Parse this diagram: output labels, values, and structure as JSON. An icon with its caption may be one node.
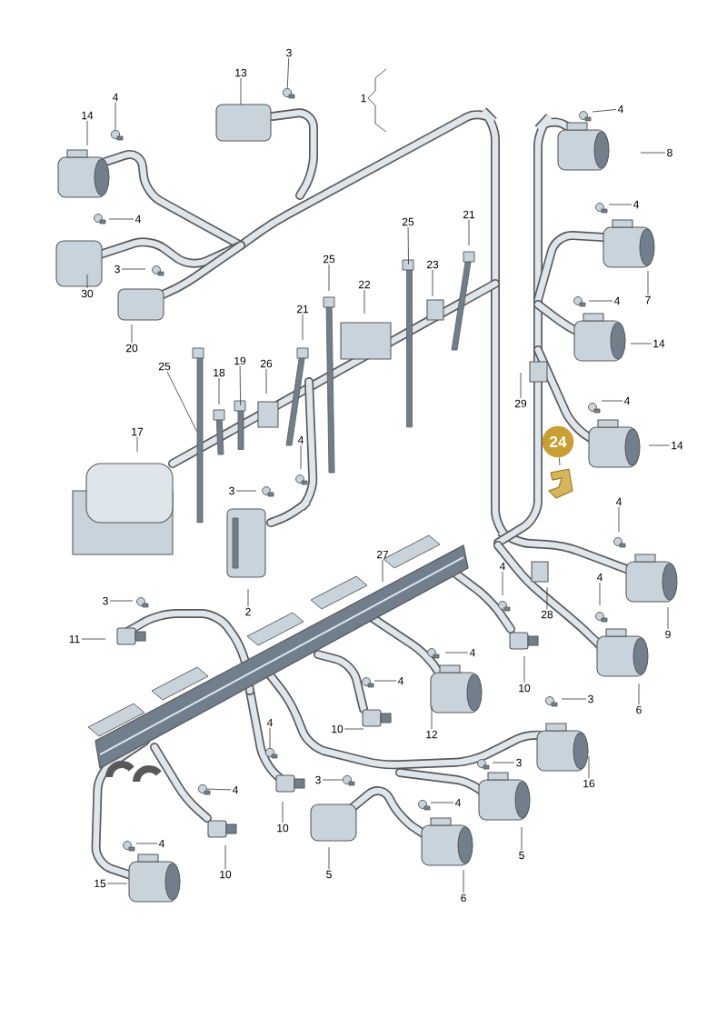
{
  "diagram": {
    "nodes": [
      {
        "text": [
          "3"
        ]
      },
      {
        "text": [
          "13"
        ]
      },
      {
        "text": [
          "1"
        ]
      },
      {
        "text": [
          "4"
        ]
      },
      {
        "text": [
          "14"
        ]
      },
      {
        "text": [
          "4"
        ]
      },
      {
        "text": [
          "8"
        ]
      },
      {
        "text": [
          "4"
        ]
      },
      {
        "text": [
          "4"
        ]
      },
      {
        "text": [
          "25"
        ]
      },
      {
        "text": [
          "21"
        ]
      },
      {
        "text": [
          "25"
        ]
      },
      {
        "text": [
          "23"
        ]
      },
      {
        "text": [
          "22"
        ]
      },
      {
        "text": [
          "3"
        ]
      },
      {
        "text": [
          "30"
        ]
      },
      {
        "text": [
          "7"
        ]
      },
      {
        "text": [
          "4"
        ]
      },
      {
        "text": [
          "21"
        ]
      },
      {
        "text": [
          "20"
        ]
      },
      {
        "text": [
          "14"
        ]
      },
      {
        "text": [
          "25"
        ]
      },
      {
        "text": [
          "18"
        ]
      },
      {
        "text": [
          "19"
        ]
      },
      {
        "text": [
          "26"
        ]
      },
      {
        "text": [
          "29"
        ]
      },
      {
        "text": [
          "4"
        ]
      },
      {
        "text": [
          "24"
        ]
      },
      {
        "text": [
          "14"
        ]
      },
      {
        "text": [
          "17"
        ]
      },
      {
        "text": [
          "4"
        ]
      },
      {
        "text": [
          "3"
        ]
      },
      {
        "text": [
          "4"
        ]
      },
      {
        "text": [
          "27"
        ]
      },
      {
        "text": [
          "4"
        ]
      },
      {
        "text": [
          "4"
        ]
      },
      {
        "text": [
          "2"
        ]
      },
      {
        "text": [
          "3"
        ]
      },
      {
        "text": [
          "28"
        ]
      },
      {
        "text": [
          "9"
        ]
      },
      {
        "text": [
          "11"
        ]
      },
      {
        "text": [
          "4"
        ]
      },
      {
        "text": [
          "10"
        ]
      },
      {
        "text": [
          "4"
        ]
      },
      {
        "text": [
          "6"
        ]
      },
      {
        "text": [
          "3"
        ]
      },
      {
        "text": [
          "12"
        ]
      },
      {
        "text": [
          "10"
        ]
      },
      {
        "text": [
          "4"
        ]
      },
      {
        "text": [
          "3"
        ]
      },
      {
        "text": [
          "16"
        ]
      },
      {
        "text": [
          "4"
        ]
      },
      {
        "text": [
          "3"
        ]
      },
      {
        "text": [
          "10"
        ]
      },
      {
        "text": [
          "4"
        ]
      },
      {
        "text": [
          "4"
        ]
      },
      {
        "text": [
          "5"
        ]
      },
      {
        "text": [
          "5"
        ]
      },
      {
        "text": [
          "10"
        ]
      },
      {
        "text": [
          "15"
        ]
      },
      {
        "text": [
          "6"
        ]
      },
      {
        "text": [],
        "shape": "circle"
      },
      {
        "text": [],
        "shape": "circle"
      },
      {
        "text": [],
        "shape": "bar"
      },
      {
        "text": [],
        "shape": "bar"
      },
      {
        "text": [],
        "shape": "bar"
      },
      {
        "text": [],
        "shape": "circle"
      },
      {
        "text": [],
        "shape": "circle"
      },
      {
        "text": [],
        "shape": "circle"
      }
    ],
    "edges": [
      {
        "from": 0,
        "to": 61,
        "arrow": "none"
      },
      {
        "from": 1,
        "to": null,
        "arrow": "none"
      },
      {
        "from": 2,
        "to": null,
        "arrow": "none"
      },
      {
        "from": 3,
        "to": 62,
        "arrow": "none"
      },
      {
        "from": 4,
        "to": null,
        "arrow": "none"
      },
      {
        "from": 5,
        "to": null,
        "arrow": "none"
      },
      {
        "from": 6,
        "to": null,
        "arrow": "none"
      },
      {
        "from": 7,
        "to": null,
        "arrow": "none"
      },
      {
        "from": 8,
        "to": null,
        "arrow": "none"
      },
      {
        "from": 9,
        "to": 63,
        "arrow": "none"
      },
      {
        "from": 10,
        "to": null,
        "arrow": "none"
      },
      {
        "from": 11,
        "to": null,
        "arrow": "none"
      },
      {
        "from": 12,
        "to": null,
        "arrow": "none"
      },
      {
        "from": 13,
        "to": null,
        "arrow": "none"
      },
      {
        "from": 14,
        "to": null,
        "arrow": "none"
      },
      {
        "from": 15,
        "to": null,
        "arrow": "none"
      },
      {
        "from": 16,
        "to": null,
        "arrow": "none"
      },
      {
        "from": 17,
        "to": null,
        "arrow": "none"
      },
      {
        "from": 18,
        "to": null,
        "arrow": "none"
      },
      {
        "from": 19,
        "to": null,
        "arrow": "none"
      },
      {
        "from": 20,
        "to": null,
        "arrow": "none"
      },
      {
        "from": 21,
        "to": 64,
        "arrow": "none"
      },
      {
        "from": 22,
        "to": null,
        "arrow": "none"
      },
      {
        "from": 23,
        "to": 65,
        "arrow": "none"
      },
      {
        "from": 24,
        "to": null,
        "arrow": "none"
      },
      {
        "from": 25,
        "to": null,
        "arrow": "none"
      },
      {
        "from": 26,
        "to": null,
        "arrow": "none"
      },
      {
        "from": 27,
        "to": null,
        "arrow": "none"
      },
      {
        "from": 28,
        "to": null,
        "arrow": "none"
      },
      {
        "from": 29,
        "to": null,
        "arrow": "none"
      },
      {
        "from": 30,
        "to": null,
        "arrow": "none"
      },
      {
        "from": 31,
        "to": null,
        "arrow": "none"
      },
      {
        "from": 32,
        "to": null,
        "arrow": "none"
      },
      {
        "from": 33,
        "to": null,
        "arrow": "none"
      },
      {
        "from": 34,
        "to": null,
        "arrow": "none"
      },
      {
        "from": 35,
        "to": null,
        "arrow": "none"
      },
      {
        "from": 36,
        "to": null,
        "arrow": "none"
      },
      {
        "from": 37,
        "to": null,
        "arrow": "none"
      },
      {
        "from": 38,
        "to": null,
        "arrow": "none"
      },
      {
        "from": 39,
        "to": null,
        "arrow": "none"
      },
      {
        "from": 40,
        "to": null,
        "arrow": "none"
      },
      {
        "from": 41,
        "to": null,
        "arrow": "none"
      },
      {
        "from": 42,
        "to": null,
        "arrow": "none"
      },
      {
        "from": 43,
        "to": null,
        "arrow": "none"
      },
      {
        "from": 44,
        "to": null,
        "arrow": "none"
      },
      {
        "from": 45,
        "to": null,
        "arrow": "none"
      },
      {
        "from": 46,
        "to": null,
        "arrow": "none"
      },
      {
        "from": 47,
        "to": null,
        "arrow": "none"
      },
      {
        "from": 48,
        "to": 66,
        "arrow": "none"
      },
      {
        "from": 49,
        "to": null,
        "arrow": "none"
      },
      {
        "from": 50,
        "to": null,
        "arrow": "none"
      },
      {
        "from": 51,
        "to": 67,
        "arrow": "none"
      },
      {
        "from": 52,
        "to": 68,
        "arrow": "none"
      },
      {
        "from": 53,
        "to": null,
        "arrow": "none"
      },
      {
        "from": 54,
        "to": null,
        "arrow": "none"
      },
      {
        "from": 55,
        "to": null,
        "arrow": "none"
      },
      {
        "from": 56,
        "to": null,
        "arrow": "none"
      },
      {
        "from": 57,
        "to": null,
        "arrow": "none"
      },
      {
        "from": 58,
        "to": null,
        "arrow": "none"
      },
      {
        "from": 59,
        "to": null,
        "arrow": "none"
      },
      {
        "from": 60,
        "to": null,
        "arrow": "none"
      }
    ]
  }
}
